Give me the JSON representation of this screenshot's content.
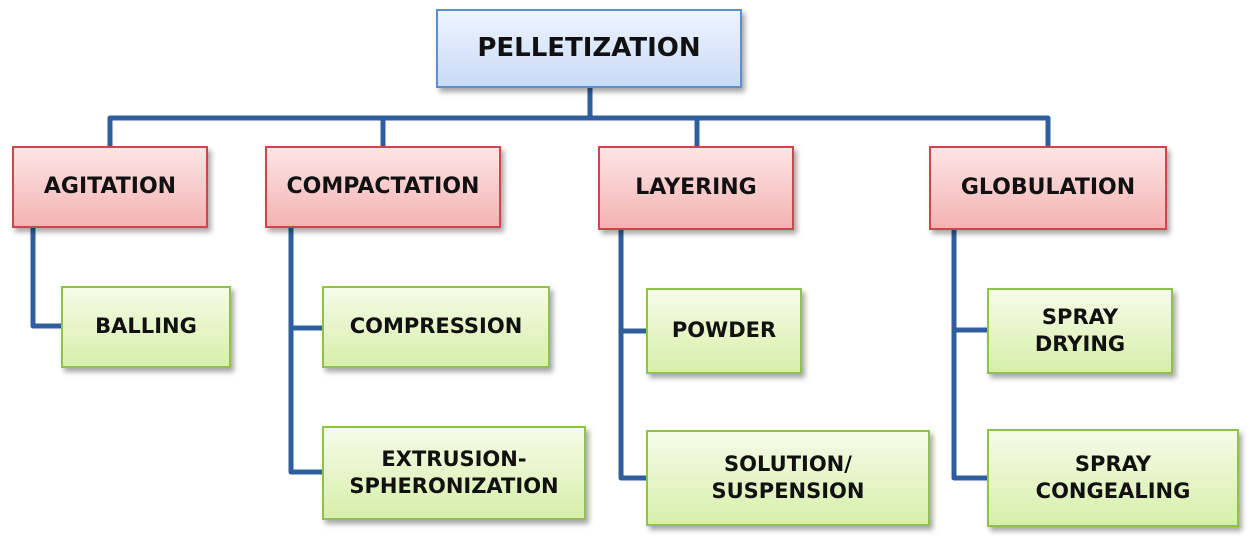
{
  "root": {
    "label": "PELLETIZATION"
  },
  "categories": [
    {
      "label": "AGITATION",
      "children": [
        {
          "label": "BALLING"
        }
      ]
    },
    {
      "label": "COMPACTATION",
      "children": [
        {
          "label": "COMPRESSION"
        },
        {
          "label": "EXTRUSION-\nSPHERONIZATION"
        }
      ]
    },
    {
      "label": "LAYERING",
      "children": [
        {
          "label": "POWDER"
        },
        {
          "label": "SOLUTION/\nSUSPENSION"
        }
      ]
    },
    {
      "label": "GLOBULATION",
      "children": [
        {
          "label": "SPRAY\nDRYING"
        },
        {
          "label": "SPRAY\nCONGEALING"
        }
      ]
    }
  ],
  "colors": {
    "connector": "#2f5e9e",
    "root_border": "#5b8fd0",
    "category_border": "#d0454a",
    "leaf_border": "#8fc14d"
  }
}
